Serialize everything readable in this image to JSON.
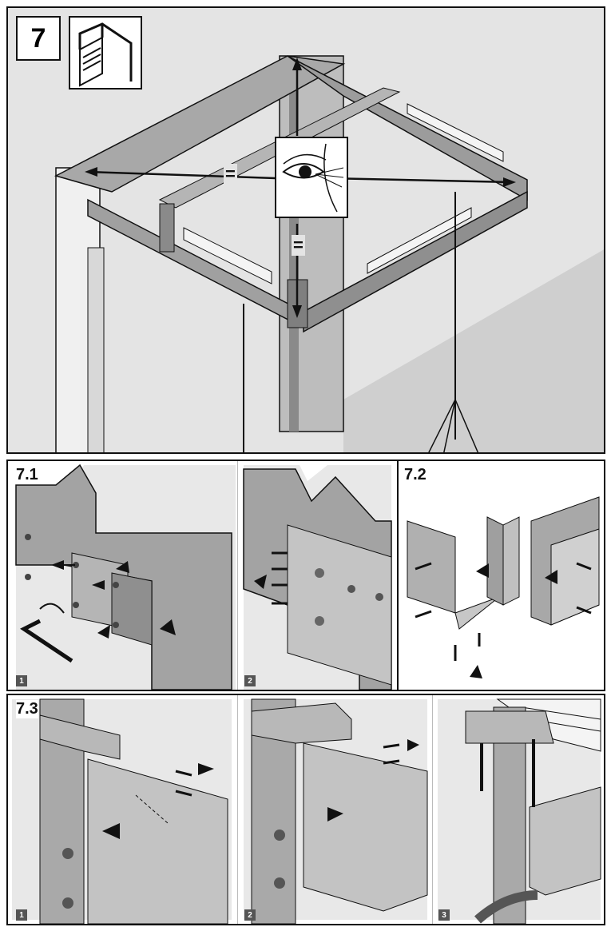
{
  "main_step": {
    "number": "7",
    "equal_mark": "="
  },
  "step_7_1": {
    "title": "7.1",
    "sub1": "1",
    "sub2": "2"
  },
  "step_7_2": {
    "title": "7.2"
  },
  "step_7_3": {
    "title": "7.3",
    "sub1": "1",
    "sub2": "2",
    "sub3": "3"
  },
  "colors": {
    "background": "#e4e4e4",
    "metal": "#9a9a9a",
    "line": "#111111",
    "arrow": "#111111"
  }
}
